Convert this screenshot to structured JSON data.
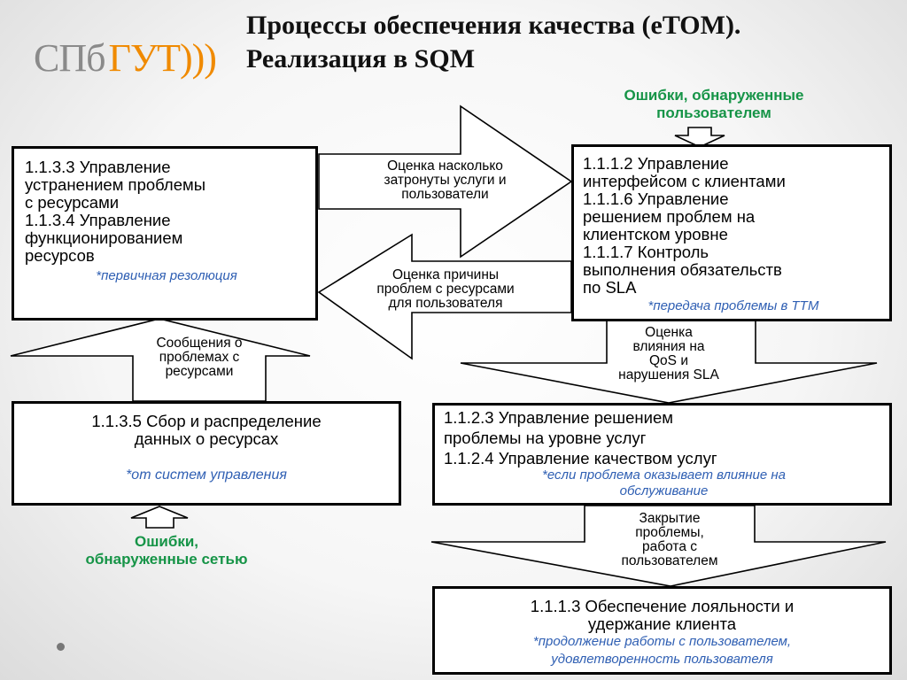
{
  "header": {
    "logo_part1": "СПб",
    "logo_part2": "ГУТ",
    "logo_waves": ")))",
    "title_line1": "Процессы обеспечения качества (eTOM).",
    "title_line2": "Реализация в SQM"
  },
  "green_labels": {
    "user_errors_line1": "Ошибки, обнаруженные",
    "user_errors_line2": "пользователем",
    "network_errors_line1": "Ошибки,",
    "network_errors_line2": "обнаруженные сетью"
  },
  "boxes": {
    "resource_problem": {
      "lines": [
        "1.1.3.3 Управление",
        "устранением проблемы",
        "с ресурсами",
        "1.1.3.4 Управление",
        "функционированием",
        "ресурсов"
      ],
      "note": "*первичная резолюция"
    },
    "customer_interface": {
      "lines": [
        "1.1.1.2 Управление",
        "интерфейсом с клиентами",
        "1.1.1.6 Управление",
        "решением проблем на",
        "клиентском уровне",
        "1.1.1.7 Контроль",
        "выполнения обязательств",
        "по SLA"
      ],
      "note": "*передача проблемы в ТТМ"
    },
    "resource_data": {
      "lines": [
        "1.1.3.5 Сбор и распределение",
        "данных о ресурсах"
      ],
      "note": "*от систем управления"
    },
    "service_problem": {
      "lines": [
        "1.1.2.3 Управление решением",
        "проблемы на уровне услуг",
        "1.1.2.4 Управление качеством услуг"
      ],
      "note_line1": "*если проблема оказывает влияние на",
      "note_line2": "обслуживание"
    },
    "retention": {
      "lines": [
        "1.1.1.3 Обеспечение лояльности и",
        "удержание клиента"
      ],
      "note_line1": "*продолжение работы с пользователем,",
      "note_line2": "удовлетворенность пользователя"
    }
  },
  "arrow_labels": {
    "impact_assessment": [
      "Оценка насколько",
      "затронуты услуги и",
      "пользователи"
    ],
    "cause_assessment": [
      "Оценка причины",
      "проблем с ресурсами",
      "для пользователя"
    ],
    "resource_messages": [
      "Сообщения о",
      "проблемах с",
      "ресурсами"
    ],
    "qos_assessment": [
      "Оценка",
      "влияния на",
      "QoS и",
      "нарушения SLA"
    ],
    "closure": [
      "Закрытие",
      "проблемы,",
      "работа с",
      "пользователем"
    ]
  }
}
